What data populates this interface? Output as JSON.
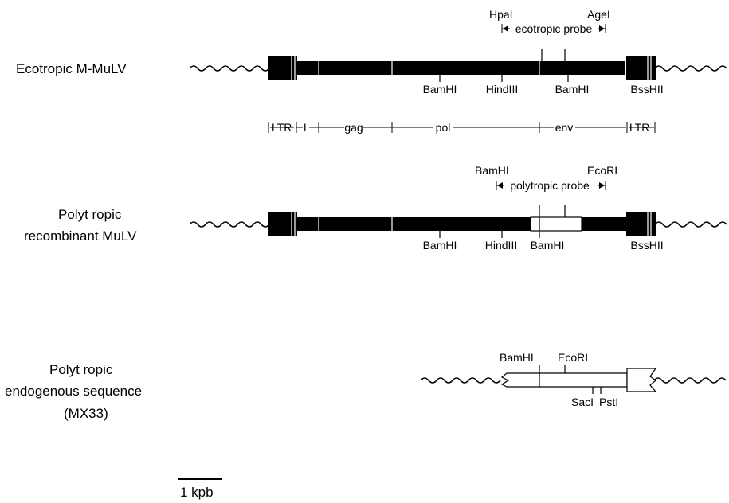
{
  "rows": [
    {
      "id": "ecotropic",
      "label_lines": [
        "Ecotropic   M-MuLV"
      ],
      "probe": {
        "left_site": "HpaI",
        "right_site": "AgeI",
        "label": "ecotropic probe"
      },
      "sites_below": [
        "BamHI",
        "HindIII",
        "BamHI",
        "BssHII"
      ]
    },
    {
      "id": "polytropic-recombinant",
      "label_lines": [
        "Polyt ropic",
        "recombinant   MuLV"
      ],
      "probe": {
        "left_site": "BamHI",
        "right_site": "EcoRI",
        "label": "polytropic probe"
      },
      "sites_below": [
        "BamHI",
        "HindIII",
        "BamHI",
        "BssHII"
      ]
    },
    {
      "id": "polytropic-endogenous",
      "label_lines": [
        "Polyt ropic",
        "endogenous  sequence",
        "(MX33)"
      ],
      "sites_above": [
        "BamHI",
        "EcoRI"
      ],
      "sites_below": [
        "SacI",
        "PstI"
      ]
    }
  ],
  "genome_map": {
    "segments": [
      "LTR",
      "L",
      "gag",
      "pol",
      "env",
      "LTR"
    ]
  },
  "scale_bar": {
    "label": "1 kpb"
  },
  "colors": {
    "ink": "#000000",
    "paper": "#ffffff"
  }
}
